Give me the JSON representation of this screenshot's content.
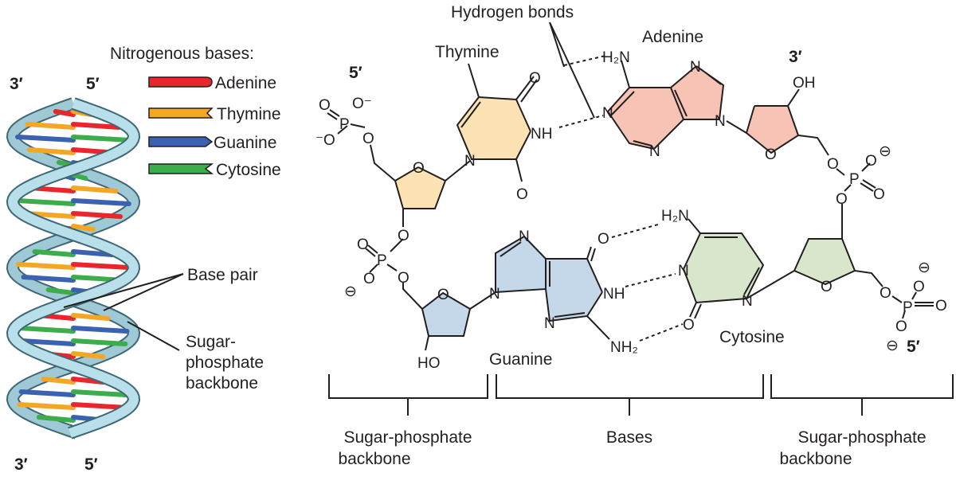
{
  "legend": {
    "title": "Nitrogenous bases:",
    "items": [
      {
        "label": "Adenine",
        "color": "#e8262b"
      },
      {
        "label": "Thymine",
        "color": "#f5a623"
      },
      {
        "label": "Guanine",
        "color": "#3a62b0"
      },
      {
        "label": "Cytosine",
        "color": "#3bad4a"
      }
    ]
  },
  "helix": {
    "top_left": "3′",
    "top_right": "5′",
    "bottom_left": "3′",
    "bottom_right": "5′",
    "base_pair_label": "Base pair",
    "backbone_label": [
      "Sugar-",
      "phosphate",
      "backbone"
    ],
    "strand_color": "#b8dfea",
    "strand_outline": "#3e6877"
  },
  "structure": {
    "hydrogen_bonds": "Hydrogen bonds",
    "thymine": "Thymine",
    "adenine": "Adenine",
    "guanine": "Guanine",
    "cytosine": "Cytosine",
    "five_prime_top": "5′",
    "three_prime_top": "3′",
    "five_prime_bottom": "5′",
    "colors": {
      "thymine": "#fde3b4",
      "adenine": "#f6c3b4",
      "guanine": "#c4d8ea",
      "cytosine": "#d8e6cc"
    },
    "atoms": {
      "O": "O",
      "N": "N",
      "P": "P",
      "NH": "NH",
      "H2N": "H₂N",
      "NH2": "NH₂",
      "OH": "OH",
      "HO": "HO",
      "Ominus": "O⁻",
      "minusO": "⁻O",
      "minus": "⊖"
    }
  },
  "brackets": {
    "left": [
      "Sugar-phosphate",
      "backbone"
    ],
    "middle": "Bases",
    "right": [
      "Sugar-phosphate",
      "backbone"
    ]
  }
}
